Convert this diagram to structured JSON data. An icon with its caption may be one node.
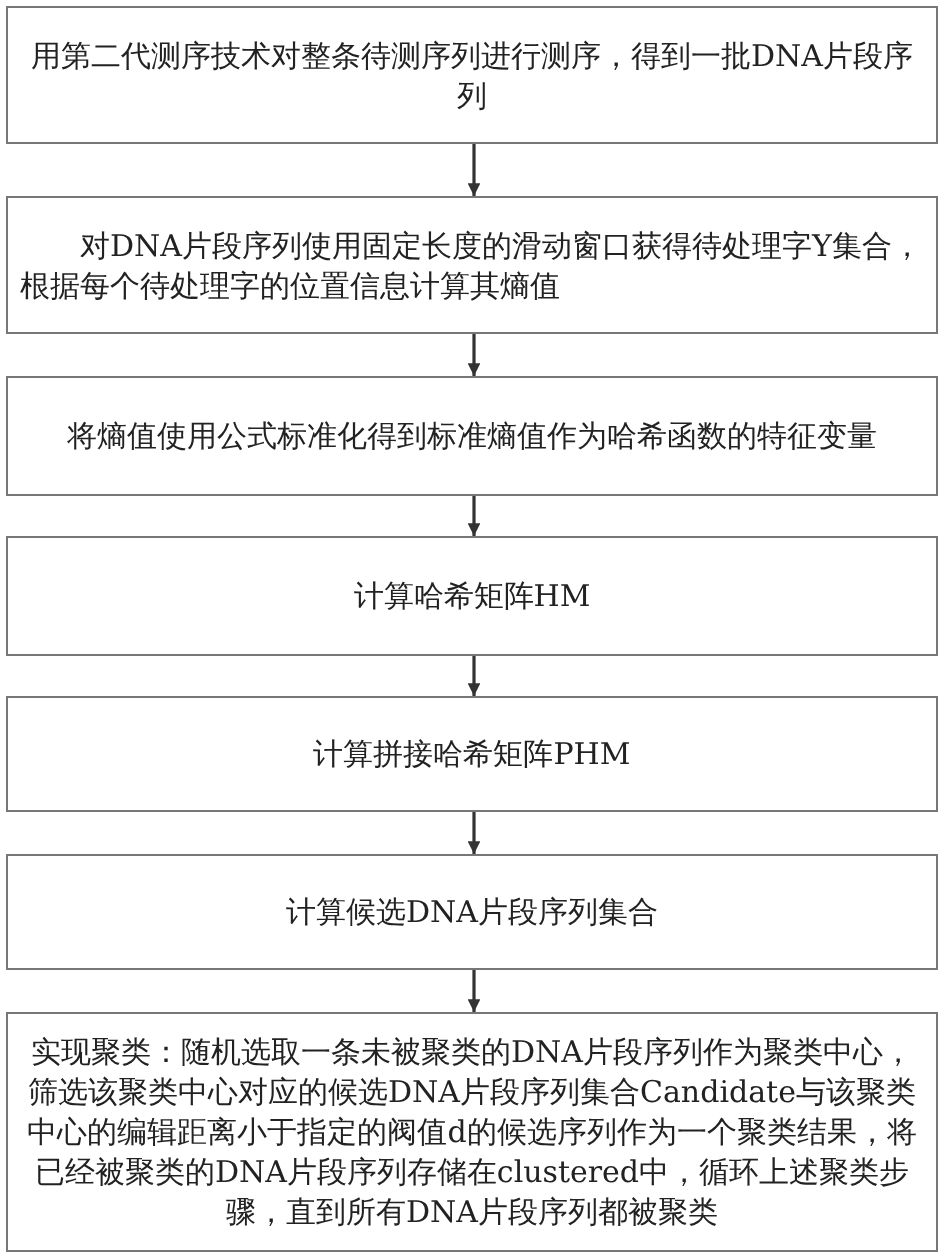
{
  "diagram": {
    "nodes": [
      {
        "text": [
          "用第二代测序技术对整条待测序列进行测序，得到一批DNA片段序列"
        ]
      },
      {
        "text": [
          "对DNA片段序列使用固定长度的滑动窗口获得待处理字Y集合，根据每个待处理字的位置信息计算其熵值"
        ]
      },
      {
        "text": [
          "将熵值使用公式标准化得到标准熵值作为哈希函数的特征变量"
        ]
      },
      {
        "text": [
          "计算哈希矩阵HM"
        ]
      },
      {
        "text": [
          "计算拼接哈希矩阵PHM"
        ]
      },
      {
        "text": [
          "计算候选DNA片段序列集合"
        ]
      },
      {
        "text": [
          "实现聚类：随机选取一条未被聚类的DNA片段序列作为聚类中心，筛选该聚类中心对应的候选DNA片段序列集合Candidate与该聚类中心的编辑距离小于指定的阀值d的候选序列作为一个聚类结果，将已经被聚类的DNA片段序列存储在clustered中，循环上述聚类步骤，直到所有DNA片段序列都被聚类"
        ]
      }
    ],
    "edges": [
      {
        "from": 0,
        "to": 1,
        "arrow": "to"
      },
      {
        "from": 1,
        "to": 2,
        "arrow": "to"
      },
      {
        "from": 2,
        "to": 3,
        "arrow": "to"
      },
      {
        "from": 3,
        "to": 4,
        "arrow": "to"
      },
      {
        "from": 4,
        "to": 5,
        "arrow": "to"
      },
      {
        "from": 5,
        "to": 6,
        "arrow": "to"
      }
    ]
  }
}
